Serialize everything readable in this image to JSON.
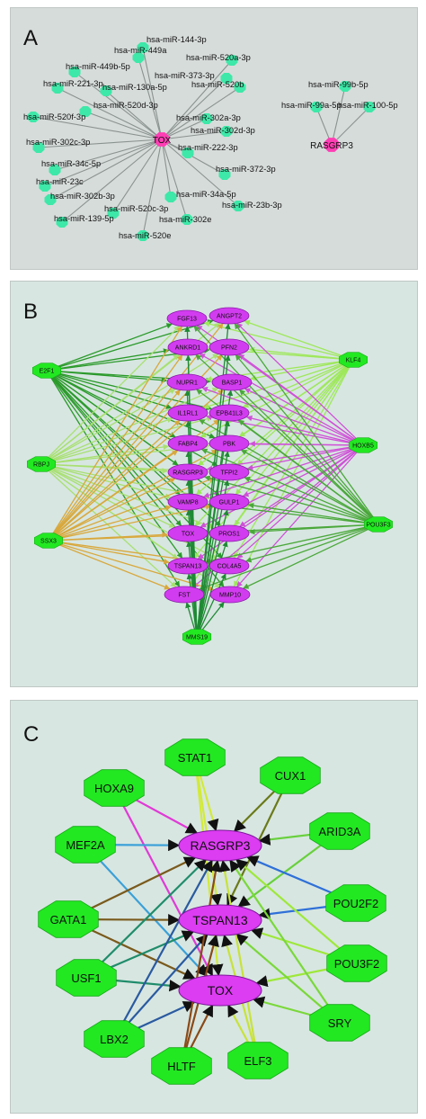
{
  "panels": {
    "A": {
      "letter": "A",
      "background": "#d6dcda",
      "hub_color": "#ff3db4",
      "node_color": "#3ee8a8",
      "hubs": [
        {
          "id": "TOX",
          "label": "TOX"
        },
        {
          "id": "RASGRP3",
          "label": "RASGRP3"
        }
      ],
      "mirna_nodes": [
        {
          "label": "hsa-miR-144-3p",
          "target": "TOX"
        },
        {
          "label": "hsa-miR-449a",
          "target": "TOX"
        },
        {
          "label": "hsa-miR-520a-3p",
          "target": "TOX"
        },
        {
          "label": "hsa-miR-449b-5p",
          "target": "TOX"
        },
        {
          "label": "hsa-miR-373-3p",
          "target": "TOX"
        },
        {
          "label": "hsa-miR-221-3p",
          "target": "TOX"
        },
        {
          "label": "hsa-miR-130a-5p",
          "target": "TOX"
        },
        {
          "label": "hsa-miR-520b",
          "target": "TOX"
        },
        {
          "label": "hsa-miR-520d-3p",
          "target": "TOX"
        },
        {
          "label": "hsa-miR-520f-3p",
          "target": "TOX"
        },
        {
          "label": "hsa-miR-302a-3p",
          "target": "TOX"
        },
        {
          "label": "hsa-miR-302d-3p",
          "target": "TOX"
        },
        {
          "label": "hsa-miR-302c-3p",
          "target": "TOX"
        },
        {
          "label": "hsa-miR-222-3p",
          "target": "TOX"
        },
        {
          "label": "hsa-miR-34c-5p",
          "target": "TOX"
        },
        {
          "label": "hsa-miR-372-3p",
          "target": "TOX"
        },
        {
          "label": "hsa-miR-23c",
          "target": "TOX"
        },
        {
          "label": "hsa-miR-302b-3p",
          "target": "TOX"
        },
        {
          "label": "hsa-miR-34a-5p",
          "target": "TOX"
        },
        {
          "label": "hsa-miR-23b-3p",
          "target": "TOX"
        },
        {
          "label": "hsa-miR-520c-3p",
          "target": "TOX"
        },
        {
          "label": "hsa-miR-139-5p",
          "target": "TOX"
        },
        {
          "label": "hsa-miR-302e",
          "target": "TOX"
        },
        {
          "label": "hsa-miR-520e",
          "target": "TOX"
        },
        {
          "label": "hsa-miR-99b-5p",
          "target": "RASGRP3"
        },
        {
          "label": "hsa-miR-99a-5p",
          "target": "RASGRP3"
        },
        {
          "label": "hsa-miR-100-5p",
          "target": "RASGRP3"
        }
      ]
    },
    "B": {
      "letter": "B",
      "background": "#d7e6e1",
      "gene_color": "#d23cf0",
      "tf_color": "#22e822",
      "genes": [
        "FGF13",
        "ANGPT2",
        "ANKRD1",
        "PFN2",
        "NUPR1",
        "BASP1",
        "IL1RL1",
        "EPB41L3",
        "FABP4",
        "PBK",
        "RASGRP3",
        "TFPI2",
        "VAMP8",
        "GULP1",
        "TOX",
        "PROS1",
        "TSPAN13",
        "COL4A5",
        "FST",
        "MMP10"
      ],
      "tfs": [
        "E2F1",
        "KLF4",
        "RBPJ",
        "HOXB5",
        "SSX3",
        "POU3F3",
        "MMS19"
      ],
      "edge_colors": {
        "E2F1": "#2a9a2a",
        "KLF4": "#9ee85a",
        "RBPJ": "#a8e070",
        "HOXB5": "#d050d8",
        "SSX3": "#d8a83c",
        "POU3F3": "#4aa83a",
        "MMS19": "#1f8a34"
      }
    },
    "C": {
      "letter": "C",
      "background": "#d7e6e1",
      "gene_color": "#dc3cf2",
      "tf_color": "#22e822",
      "genes": [
        "RASGRP3",
        "TSPAN13",
        "TOX"
      ],
      "tfs": [
        {
          "name": "STAT1",
          "color": "#d2ea3a",
          "targets": [
            "RASGRP3",
            "TSPAN13",
            "TOX"
          ]
        },
        {
          "name": "CUX1",
          "color": "#6a7a18",
          "targets": [
            "RASGRP3",
            "TSPAN13"
          ]
        },
        {
          "name": "HOXA9",
          "color": "#e03ad6",
          "targets": [
            "RASGRP3",
            "TOX"
          ]
        },
        {
          "name": "ARID3A",
          "color": "#68d03c",
          "targets": [
            "RASGRP3",
            "TSPAN13"
          ]
        },
        {
          "name": "MEF2A",
          "color": "#3aa0d8",
          "targets": [
            "RASGRP3",
            "TOX"
          ]
        },
        {
          "name": "POU2F2",
          "color": "#2f70d8",
          "targets": [
            "RASGRP3",
            "TSPAN13"
          ]
        },
        {
          "name": "GATA1",
          "color": "#7a5a1c",
          "targets": [
            "RASGRP3",
            "TSPAN13",
            "TOX"
          ]
        },
        {
          "name": "POU3F2",
          "color": "#9ee83a",
          "targets": [
            "RASGRP3",
            "TSPAN13",
            "TOX"
          ]
        },
        {
          "name": "USF1",
          "color": "#1f8c6a",
          "targets": [
            "RASGRP3",
            "TSPAN13",
            "TOX"
          ]
        },
        {
          "name": "SRY",
          "color": "#7ad83a",
          "targets": [
            "RASGRP3",
            "TSPAN13",
            "TOX"
          ]
        },
        {
          "name": "LBX2",
          "color": "#2a5aa0",
          "targets": [
            "RASGRP3",
            "TSPAN13",
            "TOX"
          ]
        },
        {
          "name": "HLTF",
          "color": "#8a4a18",
          "targets": [
            "RASGRP3",
            "TSPAN13",
            "TOX"
          ]
        },
        {
          "name": "ELF3",
          "color": "#c8e23a",
          "targets": [
            "RASGRP3",
            "TSPAN13",
            "TOX"
          ]
        }
      ]
    }
  }
}
